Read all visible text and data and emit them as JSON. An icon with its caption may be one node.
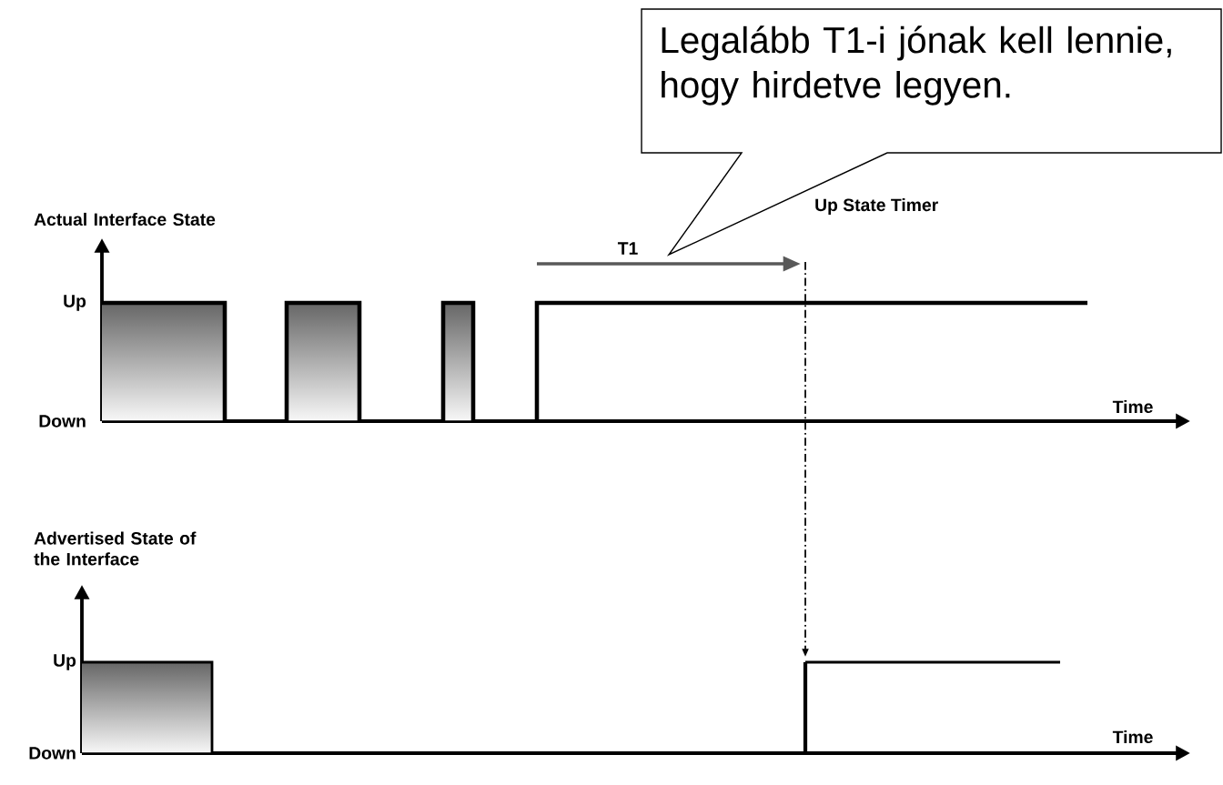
{
  "diagram": {
    "nodes": [
      {
        "text": [
          "Legalább T1-i jónak kell lennie, hogy hirdetve legyen."
        ]
      }
    ],
    "labels": [
      "Actual Interface State",
      "Up State Timer",
      "T1",
      "Up",
      "Down",
      "Time",
      "Advertised State of the Interface",
      "Up",
      "Down",
      "Time"
    ]
  }
}
